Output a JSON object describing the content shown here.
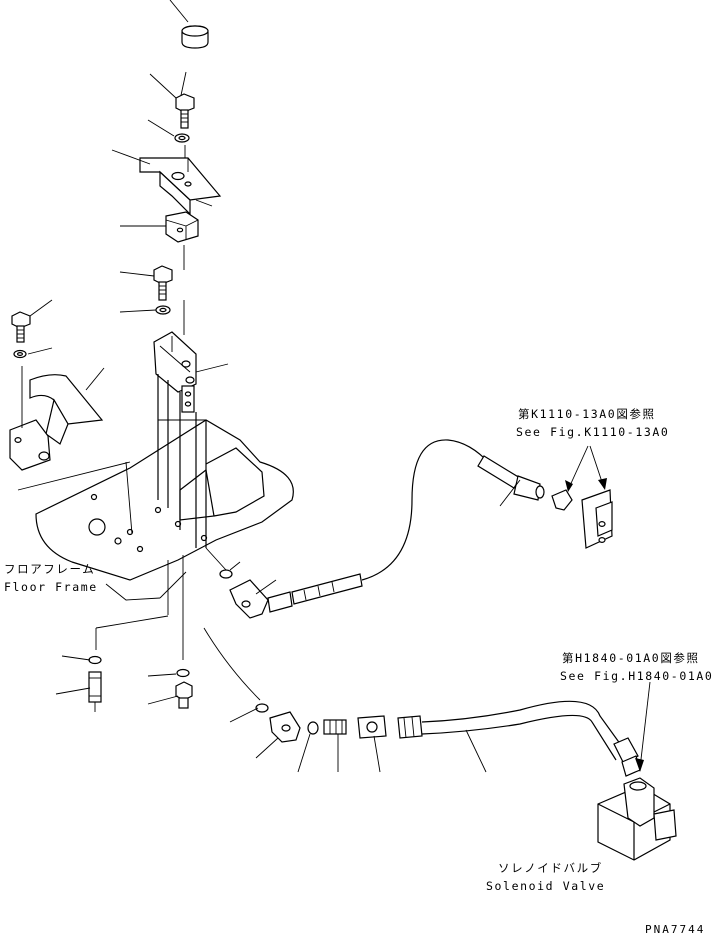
{
  "labels": {
    "floor_frame_jp": "フロアフレーム",
    "floor_frame_en": "Floor Frame",
    "ref1_jp": "第K1110-13A0図参照",
    "ref1_en": "See Fig.K1110-13A0",
    "ref2_jp": "第H1840-01A0図参照",
    "ref2_en": "See Fig.H1840-01A0",
    "solenoid_jp": "ソレノイドバルブ",
    "solenoid_en": "Solenoid Valve",
    "drawing_code": "PNA7744"
  }
}
